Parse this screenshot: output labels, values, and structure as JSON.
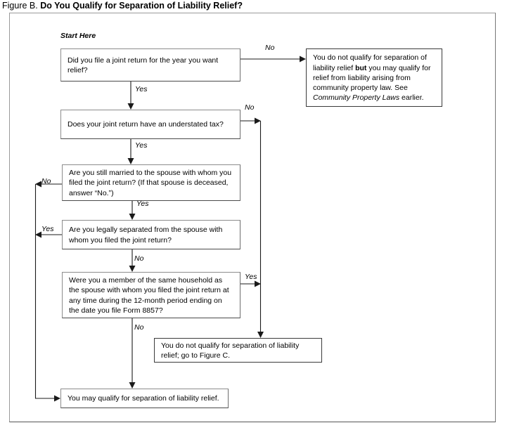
{
  "figure": {
    "prefix": "Figure B.",
    "title": "Do You Qualify for Separation of Liability Relief?",
    "start_label": "Start Here"
  },
  "colors": {
    "line": "#1a1a1a",
    "node_border": "#8c8c8c",
    "frame_border": "#9a9a9a",
    "background": "#ffffff",
    "text": "#000000"
  },
  "nodes": {
    "q1": "Did you file a joint return for the year you want relief?",
    "q2": "Does your joint return have an understated tax?",
    "q3": "Are you still married to the spouse with whom you filed the joint return? (If that spouse is deceased, answer “No.”)",
    "q4": "Are you legally separated from the spouse with whom you filed the joint return?",
    "q5": "Were you a member of the same household as the spouse with whom you filed the joint return at any time during the 12-month period ending on the date you file Form 8857?",
    "out_community": {
      "part1": "You do not qualify for separation of liability relief ",
      "bold": "but",
      "part2": " you may qualify for relief from liability arising from community property law. See ",
      "italic": "Community Property Laws",
      "part3": " earlier."
    },
    "out_figure_c": "You do not qualify for separation of liability relief; go to Figure C.",
    "out_qualify": "You may qualify for separation of liability relief."
  },
  "edge_labels": {
    "q1_no": "No",
    "q1_yes": "Yes",
    "q2_no": "No",
    "q2_yes": "Yes",
    "q3_no": "No",
    "q3_yes": "Yes",
    "q4_yes": "Yes",
    "q4_no": "No",
    "q5_yes": "Yes",
    "q5_no": "No"
  }
}
